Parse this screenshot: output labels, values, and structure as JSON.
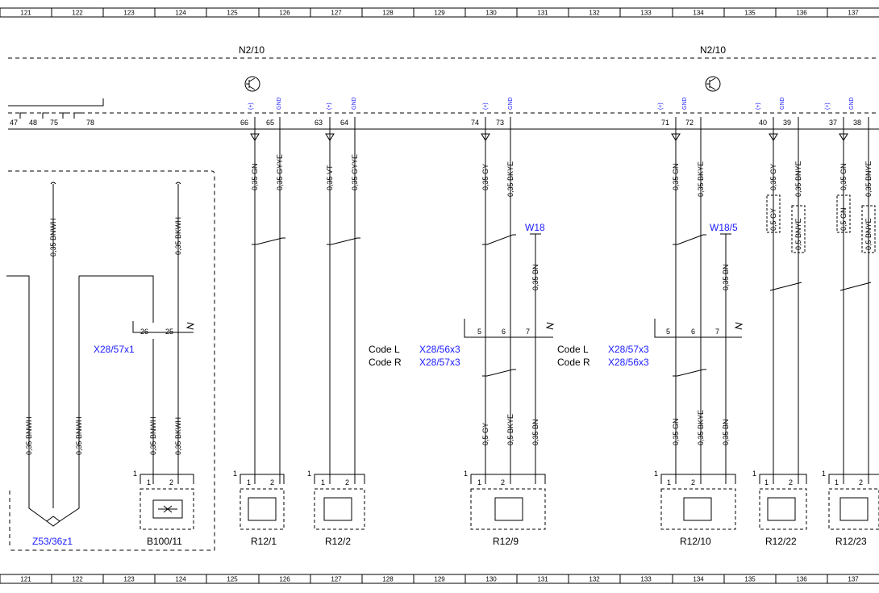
{
  "ruler": [
    "121",
    "122",
    "123",
    "124",
    "125",
    "126",
    "127",
    "128",
    "129",
    "130",
    "131",
    "132",
    "133",
    "134",
    "135",
    "136",
    "137"
  ],
  "modules": {
    "left": "N2/10",
    "right": "N2/10"
  },
  "pin_tags": {
    "plus": "(+)",
    "gnd": "GND"
  },
  "left_pins": [
    "47",
    "48",
    "75",
    "78"
  ],
  "sensor_pins": [
    "66",
    "65",
    "63",
    "64",
    "74",
    "73",
    "71",
    "72",
    "40",
    "39",
    "37",
    "38"
  ],
  "wires_top": [
    "0,35 GN",
    "0,35 GYYE",
    "0,35 VT",
    "0,35 GYYE",
    "0,35 GY",
    "0,35 BKYE",
    "0,35 GN",
    "0,35 BKYE",
    "0,35 GY",
    "0,35 BNYE",
    "0,35 GN",
    "0,35 BNYE"
  ],
  "dashed_wires": [
    "0,5 GY",
    "0,5 BNYE",
    "0,5 GN",
    "0,5 BNYE"
  ],
  "left_wires": {
    "bnwh_top": "0,35 BNWH",
    "bkwh_top": "0,35 BKWH",
    "bnwh_a": "0,35 BNWH",
    "bnwh_b": "0,35 BNWH",
    "bnwh_c": "0,35 BNWH",
    "bkwh_bottom": "0,35 BKWH"
  },
  "w18": {
    "label": "W18",
    "wire": "0,35 BN"
  },
  "w18_5": {
    "label": "W18/5",
    "wire": "0,35 BN"
  },
  "connectors": {
    "x28_57x1": {
      "label": "X28/57x1",
      "pins": [
        "26",
        "25"
      ]
    },
    "mid": {
      "pins": [
        "5",
        "6",
        "7"
      ],
      "code_l": "Code L",
      "code_r": "Code R",
      "l": "X28/56x3",
      "r": "X28/57x3"
    },
    "right": {
      "pins": [
        "5",
        "6",
        "7"
      ],
      "code_l": "Code L",
      "code_r": "Code R",
      "l": "X28/57x3",
      "r": "X28/56x3"
    }
  },
  "bottom_wires_mid": [
    "0,5 GY",
    "0,5 BKYE",
    "0,35 BN"
  ],
  "bottom_wires_right": [
    "0,35 GN",
    "0,35 BKYE",
    "0,35 BN"
  ],
  "components": [
    "B100/11",
    "R12/1",
    "R12/2",
    "R12/9",
    "R12/10",
    "R12/22",
    "R12/23"
  ],
  "comp_pin_labels": {
    "one": "1",
    "two": "2"
  },
  "splice": "Z53/36z1"
}
